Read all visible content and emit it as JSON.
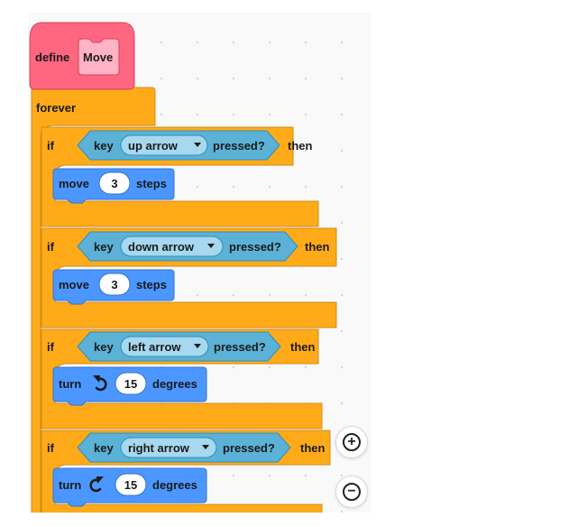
{
  "define_block": {
    "label": "define",
    "name": "Move"
  },
  "forever_block": {
    "label": "forever"
  },
  "if_blocks": [
    {
      "if": "if",
      "key": "key",
      "key_value": "up arrow",
      "pressed": "pressed?",
      "then": "then",
      "action": {
        "label": "move",
        "value": "3",
        "suffix": "steps"
      }
    },
    {
      "if": "if",
      "key": "key",
      "key_value": "down arrow",
      "pressed": "pressed?",
      "then": "then",
      "action": {
        "label": "move",
        "value": "3",
        "suffix": "steps"
      }
    },
    {
      "if": "if",
      "key": "key",
      "key_value": "left arrow",
      "pressed": "pressed?",
      "then": "then",
      "action": {
        "label": "turn",
        "icon": "rotate-left-icon",
        "value": "15",
        "suffix": "degrees"
      }
    },
    {
      "if": "if",
      "key": "key",
      "key_value": "right arrow",
      "pressed": "pressed?",
      "then": "then",
      "action": {
        "label": "turn",
        "icon": "rotate-right-icon",
        "value": "15",
        "suffix": "degrees"
      }
    }
  ],
  "zoom": {
    "in_icon": "zoom-in-icon",
    "out_icon": "zoom-out-icon"
  },
  "colors": {
    "define": "#ff6680",
    "define_inner": "#ffb3c5",
    "control": "#ffab19",
    "sensing": "#5cb1d6",
    "sensing_dropdown": "#a6d8ef",
    "motion": "#4c97ff"
  }
}
